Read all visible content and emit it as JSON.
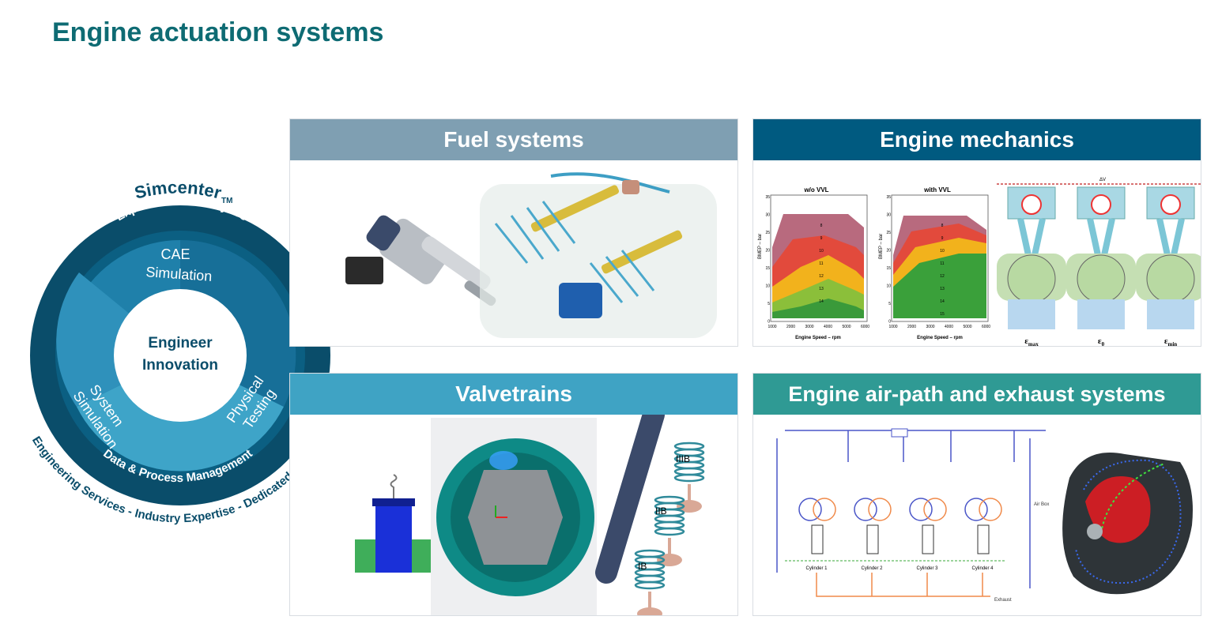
{
  "page": {
    "title": "Engine actuation systems"
  },
  "colors": {
    "title": "#0e6b73",
    "fuel_header": "#7f9fb2",
    "mechanics_header": "#005a80",
    "valvetrains_header": "#3fa3c4",
    "airpath_header": "#2f9a94",
    "ring_outer": "#0a4d6a",
    "ring_middle": "#0b5f82",
    "ring_inner": "#2a8fb4"
  },
  "diagram": {
    "brand": "Simcenter",
    "trademark": "TM",
    "outer_ring": "Exploration & Analytics",
    "top_segment": {
      "line1": "CAE",
      "line2": "Simulation"
    },
    "left_segment": {
      "line1": "System",
      "line2": "Simulation"
    },
    "right_segment": {
      "line1": "Physical",
      "line2": "Testing"
    },
    "center": {
      "line1": "Engineer",
      "line2": "Innovation"
    },
    "bottom_ring": "Data & Process Management",
    "outer_arc": "Engineering Services - Industry Expertise - Dedicated Support"
  },
  "panels": {
    "fuel": {
      "title": "Fuel systems"
    },
    "mechanics": {
      "title": "Engine mechanics",
      "chart_left_title": "w/o VVL",
      "chart_right_title": "with VVL",
      "x_label": "Engine Speed  – rpm",
      "y_label": "BMEP – bar",
      "y_ticks": [
        "35",
        "30",
        "25",
        "20",
        "15",
        "10",
        "5",
        "0"
      ],
      "x_ticks_left": [
        "1000",
        "2000",
        "3000",
        "4000",
        "5000",
        "6000"
      ],
      "x_ticks_right": [
        "1000",
        "2000",
        "3000",
        "4000",
        "5000",
        "6000"
      ],
      "contour_left": [
        "8",
        "9",
        "10",
        "11",
        "12",
        "13",
        "14"
      ],
      "contour_right": [
        "8",
        "9",
        "10",
        "11",
        "12",
        "13",
        "14",
        "15"
      ],
      "piston_labels": [
        {
          "sym": "ε",
          "sub": "max"
        },
        {
          "sym": "ε",
          "sub": "0"
        },
        {
          "sym": "ε",
          "sub": "min"
        }
      ],
      "delta_label": "ΔV"
    },
    "valvetrains": {
      "title": "Valvetrains",
      "cam_labels": [
        "IIIB",
        "IIB",
        "IB"
      ]
    },
    "airpath": {
      "title": "Engine air-path and exhaust systems",
      "cylinders": [
        "Cylinder 1",
        "Cylinder 2",
        "Cylinder 3",
        "Cylinder 4"
      ],
      "exhaust": "Exhaust",
      "air_box": "Air Box"
    }
  }
}
